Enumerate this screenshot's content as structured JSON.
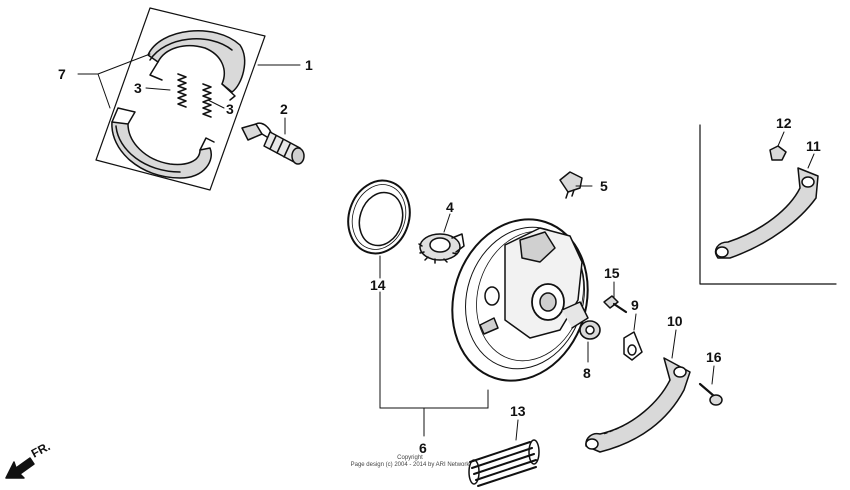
{
  "callouts": [
    "1",
    "2",
    "3",
    "3",
    "4",
    "5",
    "6",
    "7",
    "8",
    "9",
    "10",
    "11",
    "12",
    "13",
    "14",
    "15",
    "16"
  ],
  "front_indicator": "FR.",
  "copyright": {
    "line1": "Copyright",
    "line2": "Page design (c) 2004 - 2014 by ARI Network"
  }
}
